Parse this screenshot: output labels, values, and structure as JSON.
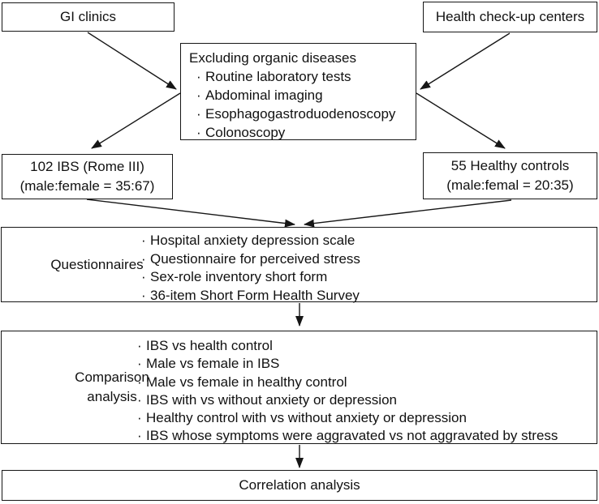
{
  "diagram": {
    "sources": {
      "gi_clinics_label": "GI clinics",
      "health_checkup_label": "Health check-up centers"
    },
    "screening": {
      "title": "Excluding organic diseases",
      "items": [
        "Routine laboratory tests",
        "Abdominal imaging",
        "Esophagogastroduodenoscopy",
        "Colonoscopy"
      ]
    },
    "groups": {
      "ibs_line1": "102 IBS (Rome III)",
      "ibs_line2": "(male:female = 35:67)",
      "controls_line1": "55 Healthy controls",
      "controls_line2": "(male:femal = 20:35)"
    },
    "questionnaires": {
      "label": "Questionnaires",
      "items": [
        "Hospital anxiety depression scale",
        "Questionnaire for perceived stress",
        "Sex-role inventory short form",
        "36-item Short Form Health Survey"
      ]
    },
    "comparison": {
      "label_line1": "Comparison",
      "label_line2": "analysis",
      "items": [
        "IBS vs health control",
        "Male vs female in IBS",
        "Male vs female in healthy control",
        "IBS with vs without anxiety or depression",
        "Healthy control with vs without anxiety or depression",
        "IBS whose symptoms were aggravated vs not aggravated by stress"
      ]
    },
    "correlation_label": "Correlation analysis"
  },
  "colors": {
    "line": "#161616",
    "background": "#ffffff",
    "text": "#111111"
  }
}
